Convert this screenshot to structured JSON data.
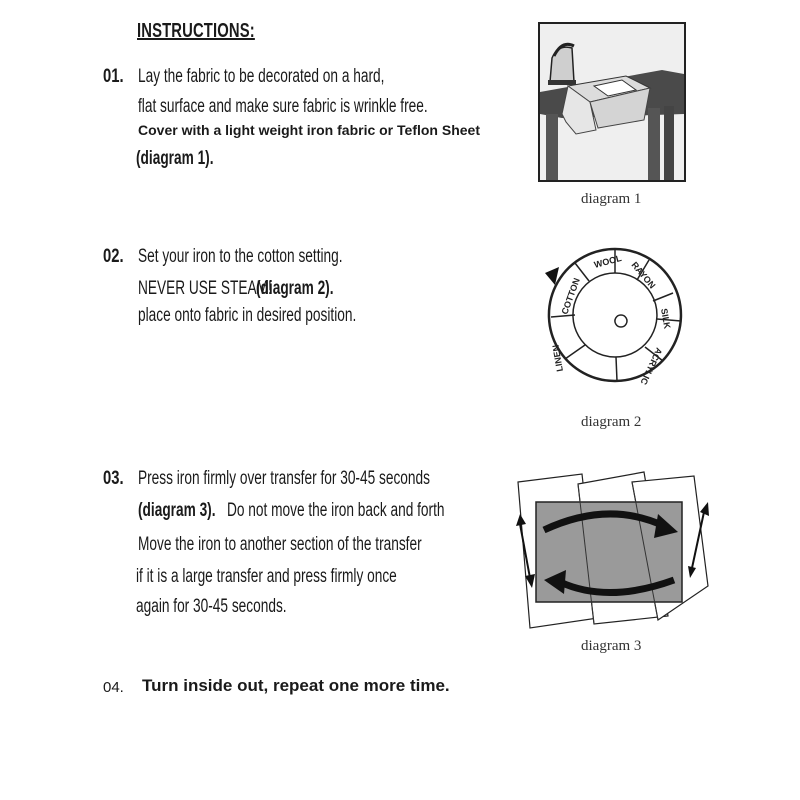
{
  "title": "INSTRUCTIONS:",
  "steps": [
    {
      "number": "01.",
      "lines": [
        "Lay the fabric to be decorated on a hard,",
        "flat surface and make sure fabric is wrinkle free.",
        "Cover with a light weight iron fabric or Teflon Sheet",
        "(diagram 1)."
      ],
      "diagram_caption": "diagram 1"
    },
    {
      "number": "02.",
      "lines": [
        "Set your iron to the cotton setting.",
        "NEVER USE STEAM!",
        "(diagram 2).",
        "place onto fabric in desired position."
      ],
      "diagram_caption": "diagram 2",
      "dial_labels": [
        "COTTON",
        "WOOL",
        "RAYON",
        "SILK",
        "ACRYLIC",
        "LINEN"
      ]
    },
    {
      "number": "03.",
      "lines": [
        "Press iron firmly over transfer for 30-45 seconds",
        "(diagram 3).",
        "Do not move the iron back and forth",
        "Move the iron to  another section of the transfer",
        "if it is a large  transfer and press firmly once",
        "again for 30-45  seconds."
      ],
      "diagram_caption": "diagram 3"
    },
    {
      "number": "04.",
      "lines": [
        "Turn inside out, repeat one more time."
      ]
    }
  ]
}
